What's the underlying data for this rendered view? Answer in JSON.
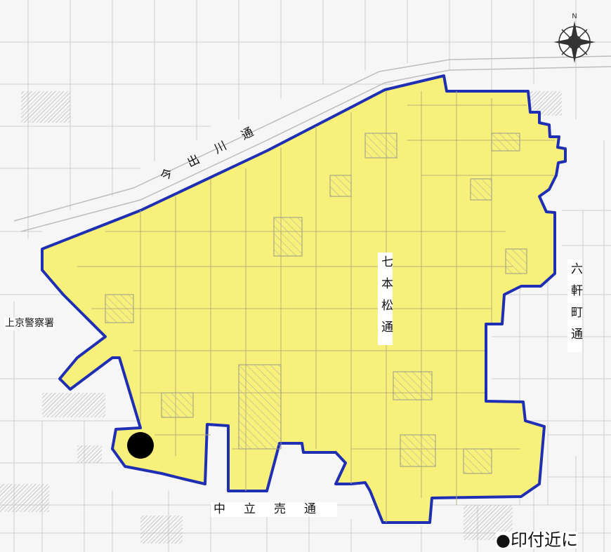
{
  "colors": {
    "district_fill": "#f7f07a",
    "district_border": "#1e2fb4",
    "road_lines": "#bdbdbd",
    "block_lines": "#c9c9c9",
    "marker": "#000000"
  },
  "labels": {
    "imadegawa": "今出川通",
    "shichihonmatsu": "七本松通",
    "rokkencho": "六軒町通",
    "nakadachiuri": "中立売通",
    "police": "上京警察署",
    "note": "●印付近に"
  },
  "icons": {
    "compass": "compass-rose-icon",
    "marker": "location-marker-icon"
  },
  "compass": {
    "north_letter": "N"
  }
}
